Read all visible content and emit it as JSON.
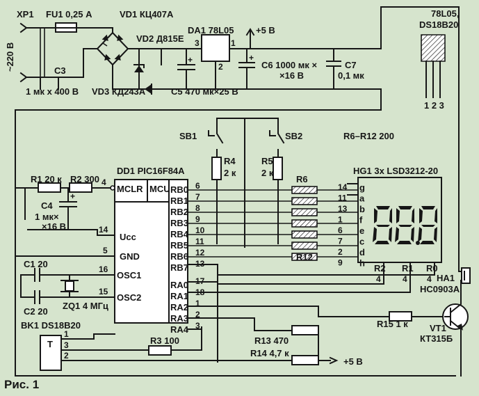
{
  "figure_caption": "Рис. 1",
  "labels": {
    "xp1": "XP1",
    "fu1": "FU1 0,25 А",
    "vd1": "VD1 КЦ407А",
    "mains": "~220 В",
    "vd2": "VD2  Д815Е",
    "da1": "DA1  78L05",
    "plus5_top": "+5 В",
    "pkg_name": "78L05,",
    "pkg_name2": "DS18B20",
    "pkg_pins": "1 2 3",
    "c3": "C3",
    "c3_val": "1 мк х 400 В",
    "vd3": "VD3 КД243А",
    "c5": "C5 470 мк×25 В",
    "c6": "C6 1000 мк ×",
    "c6_val": "×16 В",
    "c7": "C7",
    "c7_val": "0,1 мк",
    "da1_pin3": "3",
    "da1_pin1": "1",
    "da1_pin2": "2",
    "sb1": "SB1",
    "sb2": "SB2",
    "r6r12": "R6–R12 200",
    "r4": "R4",
    "r4_val": "2 к",
    "r5": "R5",
    "r5_val": "2 к",
    "r6": "R6",
    "r12": "R12",
    "hg1": "HG1 3х LSD3212-20",
    "dd1": "DD1 PIC16F84A",
    "r1": "R1 20 к",
    "r2": "R2 300",
    "c4": "C4",
    "c4_val": "1 мк×",
    "c4_val2": "×16 В",
    "mclr": "MCLR",
    "mcu": "MCU",
    "ucc": "Ucc",
    "gnd": "GND",
    "osc1": "OSC1",
    "osc2": "OSC2",
    "c1": "C1 20",
    "c2": "C2 20",
    "zq1": "ZQ1 4 МГц",
    "bk1": "BK1 DS18B20",
    "bk1_t": "T",
    "r3": "R3 100",
    "r13": "R13 470",
    "r14": "R14 4,7 к",
    "plus5_bottom": "+5 В",
    "r15": "R15 1 к",
    "vt1": "VT1",
    "vt1_type": "КТ315Б",
    "ha1": "HA1",
    "ha1_type": "НС0903А",
    "display_digits": "88.8",
    "pin_mclr": "4",
    "pin_ucc": "14",
    "pin_gnd": "5",
    "pin_osc1": "16",
    "pin_osc2": "15",
    "bk_pin1": "1",
    "bk_pin3": "3",
    "bk_pin2": "2",
    "r2_lbl": "R2",
    "r1_lbl": "R1",
    "r0_lbl": "R0",
    "dig4a": "4",
    "dig4b": "4",
    "dig4c": "4"
  },
  "port_b": [
    {
      "name": "RB0",
      "pin": "6"
    },
    {
      "name": "RB1",
      "pin": "7"
    },
    {
      "name": "RB2",
      "pin": "8"
    },
    {
      "name": "RB3",
      "pin": "9"
    },
    {
      "name": "RB4",
      "pin": "10"
    },
    {
      "name": "RB5",
      "pin": "11"
    },
    {
      "name": "RB6",
      "pin": "12"
    },
    {
      "name": "RB7",
      "pin": "13"
    }
  ],
  "port_a": [
    {
      "name": "RA0",
      "pin": "17"
    },
    {
      "name": "RA1",
      "pin": "18"
    },
    {
      "name": "RA2",
      "pin": "1"
    },
    {
      "name": "RA3",
      "pin": "2"
    },
    {
      "name": "RA4",
      "pin": "3"
    }
  ],
  "display_segments": [
    {
      "seg": "g",
      "pin": "14"
    },
    {
      "seg": "a",
      "pin": "11"
    },
    {
      "seg": "b",
      "pin": "13"
    },
    {
      "seg": "f",
      "pin": "1"
    },
    {
      "seg": "e",
      "pin": "6"
    },
    {
      "seg": "c",
      "pin": "7"
    },
    {
      "seg": "d",
      "pin": "2"
    },
    {
      "seg": "h",
      "pin": "9"
    }
  ]
}
